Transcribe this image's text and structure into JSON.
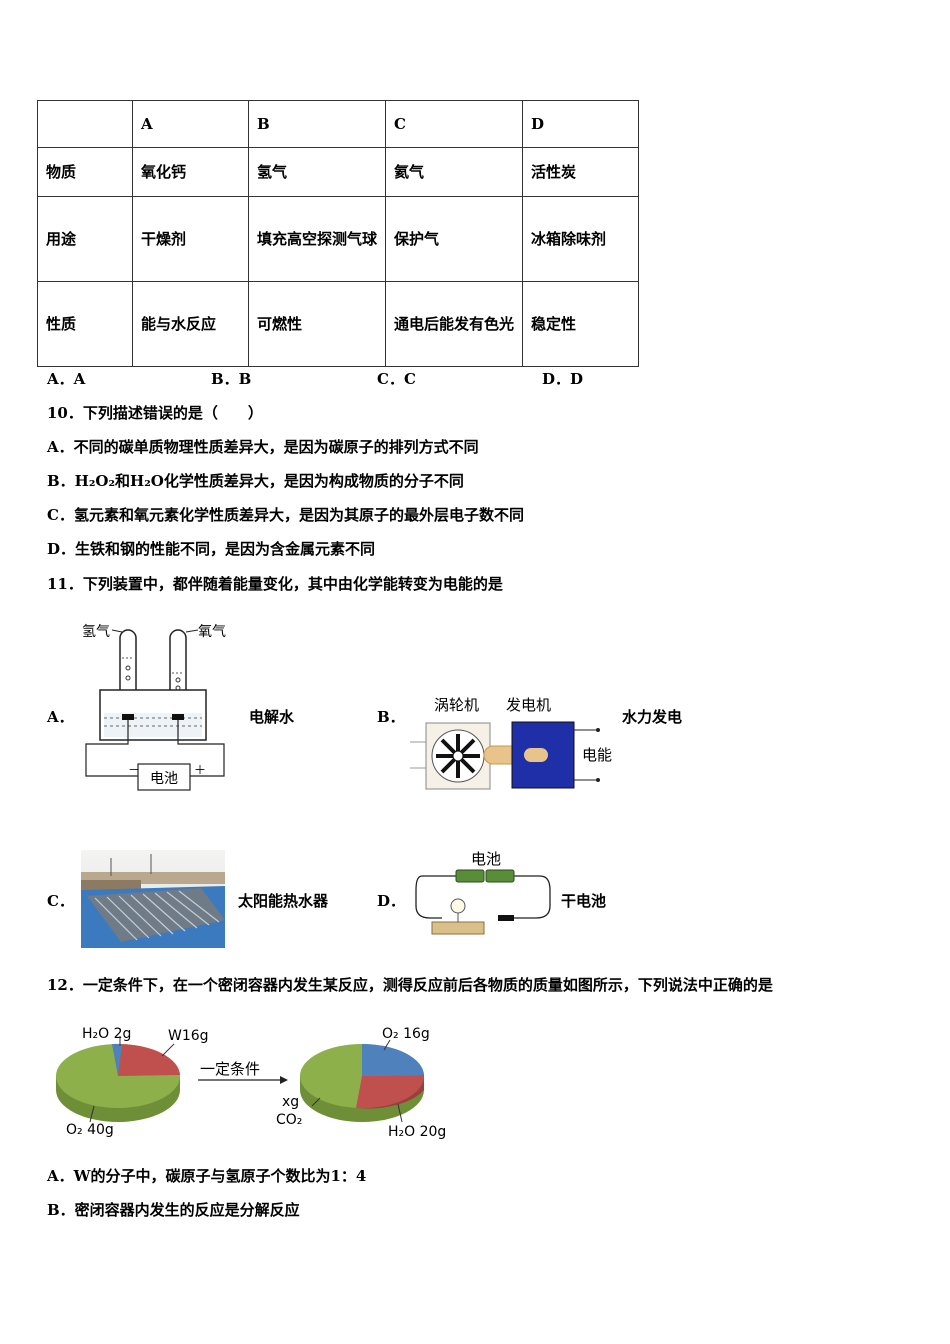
{
  "table": {
    "header": [
      "",
      "A",
      "B",
      "C",
      "D"
    ],
    "rows": [
      [
        "物质",
        "氧化钙",
        "氢气",
        "氦气",
        "活性炭"
      ],
      [
        "用途",
        "干燥剂",
        "填充高空探测气球",
        "保护气",
        "冰箱除味剂"
      ],
      [
        "性质",
        "能与水反应",
        "可燃性",
        "通电后能发有色光",
        "稳定性"
      ]
    ]
  },
  "q9_options": [
    "A．A",
    "B．B",
    "C．C",
    "D．D"
  ],
  "q10": {
    "stem": "10．下列描述错误的是（　　）",
    "options": [
      "A．不同的碳单质物理性质差异大，是因为碳原子的排列方式不同",
      "B．H₂O₂和H₂O化学性质差异大，是因为构成物质的分子不同",
      "C．氢元素和氧元素化学性质差异大，是因为其原子的最外层电子数不同",
      "D．生铁和钢的性能不同，是因为含金属元素不同"
    ]
  },
  "q11": {
    "stem": "11．下列装置中，都伴随着能量变化，其中由化学能转变为电能的是",
    "A": {
      "letter": "A．",
      "caption": "电解水",
      "hydrogen": "氢气",
      "oxygen": "氧气",
      "battery": "电池",
      "minus": "－",
      "plus": "＋"
    },
    "B": {
      "letter": "B．",
      "caption": "水力发电",
      "turbine": "涡轮机",
      "generator": "发电机",
      "energy": "电能"
    },
    "C": {
      "letter": "C．",
      "caption": "太阳能热水器"
    },
    "D": {
      "letter": "D．",
      "caption": "干电池",
      "battery": "电池"
    }
  },
  "q12": {
    "stem": "12．一定条件下，在一个密闭容器内发生某反应，测得反应前后各物质的质量如图所示，下列说法中正确的是",
    "arrow_label": "一定条件",
    "before": {
      "h2o": "H₂O 2g",
      "w": "W16g",
      "o2": "O₂ 40g"
    },
    "after": {
      "o2": "O₂ 16g",
      "x": "xg",
      "co2": "CO₂",
      "h2o": "H₂O 20g"
    },
    "options": [
      "A．W的分子中，碳原子与氢原子个数比为1：4",
      "B．密闭容器内发生的反应是分解反应"
    ],
    "colors": {
      "green": "#8db04a",
      "red": "#c0504d",
      "blue": "#4f81bd"
    }
  }
}
